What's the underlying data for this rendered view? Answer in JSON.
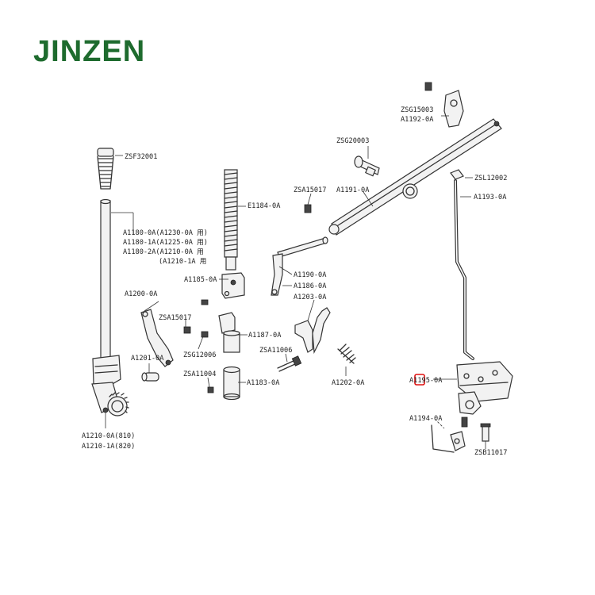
{
  "brand": {
    "name": "JINZEN",
    "color": "#1e6b2e"
  },
  "highlight_color": "#e01010",
  "labels": {
    "zsf32001": "ZSF32001",
    "a1180_0a": "A1180-0A(A1230-0A 用)",
    "a1180_1a": "A1180-1A(A1225-0A 用)",
    "a1180_2a": "A1180-2A(A1210-0A 用",
    "a1180_2a_b": "(A1210-1A 用",
    "e1184": "E1184-0A",
    "a1185": "A1185-0A",
    "a1200": "A1200-0A",
    "zsa15017_left": "ZSA15017",
    "zsg12006": "ZSG12006",
    "a1187": "A1187-0A",
    "a1201": "A1201-0A",
    "zsa11004": "ZSA11004",
    "a1183": "A1183-0A",
    "a1210_0a": "A1210-0A(810)",
    "a1210_1a": "A1210-1A(820)",
    "zsa15017_mid": "ZSA15017",
    "a1191": "A1191-0A",
    "a1190": "A1190-0A",
    "a1186": "A1186-0A",
    "a1203": "A1203-0A",
    "zsa11006": "ZSA11006",
    "a1202": "A1202-0A",
    "zsg20003": "ZSG20003",
    "zsg15003": "ZSG15003",
    "a1192": "A1192-0A",
    "zsl12002": "ZSL12002",
    "a1193": "A1193-0A",
    "a1195": "A1195-0A",
    "a1194": "A1194-0A",
    "zsb11017": "ZSB11017"
  }
}
